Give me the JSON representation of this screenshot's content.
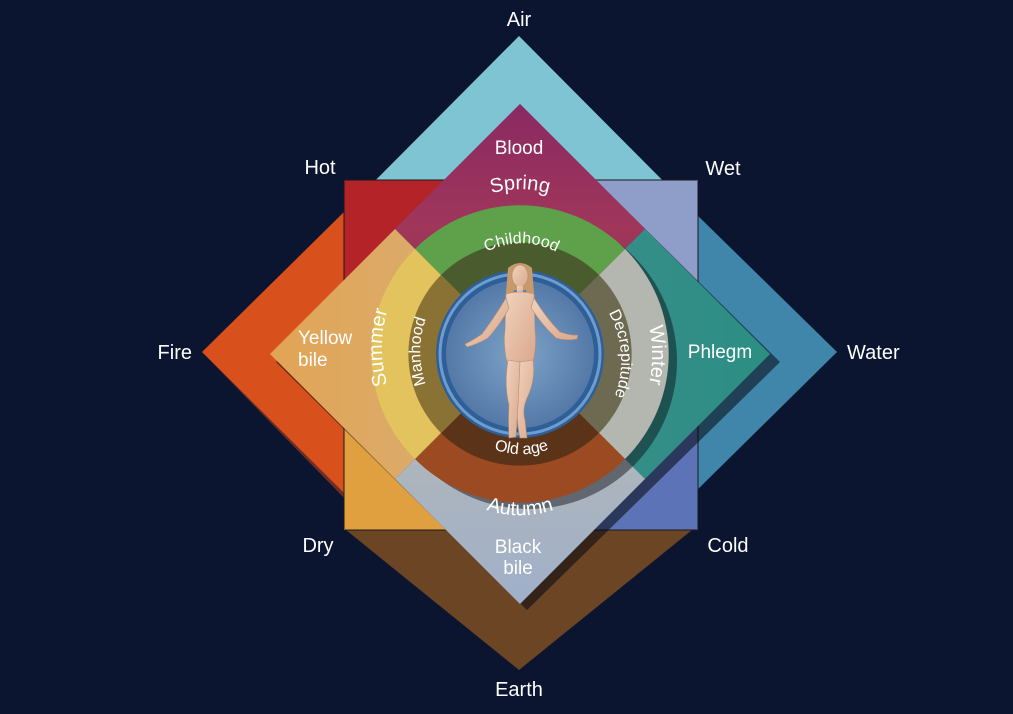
{
  "elements": {
    "top": "Air",
    "right": "Water",
    "bottom": "Earth",
    "left": "Fire"
  },
  "qualities": {
    "top_left": "Hot",
    "top_right": "Wet",
    "bottom_left": "Dry",
    "bottom_right": "Cold"
  },
  "humors": {
    "top": "Blood",
    "left_line1": "Yellow",
    "left_line2": "bile",
    "right": "Phlegm",
    "bottom_line1": "Black",
    "bottom_line2": "bile"
  },
  "seasons": {
    "top": "Spring",
    "left": "Summer",
    "right": "Winter",
    "bottom": "Autumn"
  },
  "ages": {
    "top": "Childhood",
    "left": "Manhood",
    "right": "Decrepitude",
    "bottom": "Old age"
  },
  "colors": {
    "background": "#0b1530",
    "air": "#7fc4d2",
    "water": "#3f86aa",
    "earth": "#6b4524",
    "fire": "#d8501c",
    "hot": "#b42328",
    "wet": "#8e9ec8",
    "dry": "#e0a040",
    "cold": "#5c73b8",
    "blood": "#8e2a5e",
    "phlegm": "#2f8f88",
    "yellow_bile": "#dea85e",
    "black_bile": "#a4b2c6",
    "spring": "#5fa04a",
    "summer": "#e2c35e",
    "winter": "#b4b6b0",
    "autumn": "#9b4a22"
  }
}
